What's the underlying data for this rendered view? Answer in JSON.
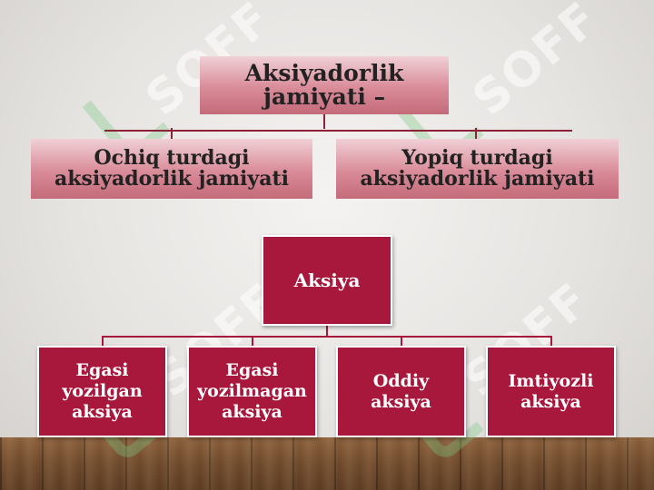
{
  "top": {
    "title": "Aksiyadorlik\njamiyati –"
  },
  "types": [
    {
      "label": "Ochiq turdagi\naksiyadorlik jamiyati"
    },
    {
      "label": "Yopiq turdagi\naksiyadorlik jamiyati"
    }
  ],
  "share": {
    "label": "Aksiya"
  },
  "share_types": [
    {
      "label": "Egasi\nyozilgan\naksiya"
    },
    {
      "label": "Egasi\nyozilmagan\naksiya"
    },
    {
      "label": "Oddiy\naksiya"
    },
    {
      "label": "Imtiyozli\naksiya"
    }
  ],
  "watermark": {
    "text": "SOFF"
  },
  "colors": {
    "title_box": "#d98b98",
    "share_box": "#a8183c",
    "connector": "#8e2038"
  }
}
